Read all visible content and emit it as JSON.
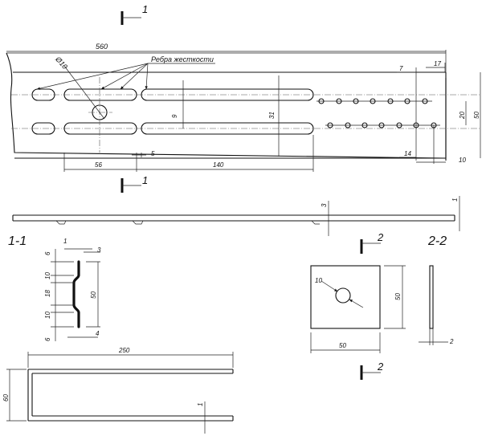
{
  "annotations": {
    "ribs_label": "Ребра жесткости",
    "section_1_mark": "1",
    "section_2_mark": "2",
    "section_1_title": "1-1",
    "section_2_title": "2-2"
  },
  "main_view": {
    "total_length": "560",
    "hole_diameter": "Ø10",
    "slot_pitch": "56",
    "slot_length": "140",
    "gap": "5",
    "half_gap": "9",
    "slot_span": "31",
    "total_height": "50",
    "hole_row_spacing": "20",
    "hole_pitch": "14",
    "edge_offset": "10",
    "top_offset": "7",
    "right_offset": "17"
  },
  "side_view": {
    "thickness_top": "3",
    "thickness_end": "1"
  },
  "section_1": {
    "dims_left": [
      "6",
      "10",
      "18",
      "10",
      "6"
    ],
    "dim_top_1": "1",
    "dim_top_3": "3",
    "height": "50",
    "dim_bottom": "4"
  },
  "section_2": {
    "hole": "10",
    "width": "50",
    "height": "50",
    "thickness": "2"
  },
  "bracket": {
    "length": "250",
    "height": "60",
    "thickness": "1"
  }
}
